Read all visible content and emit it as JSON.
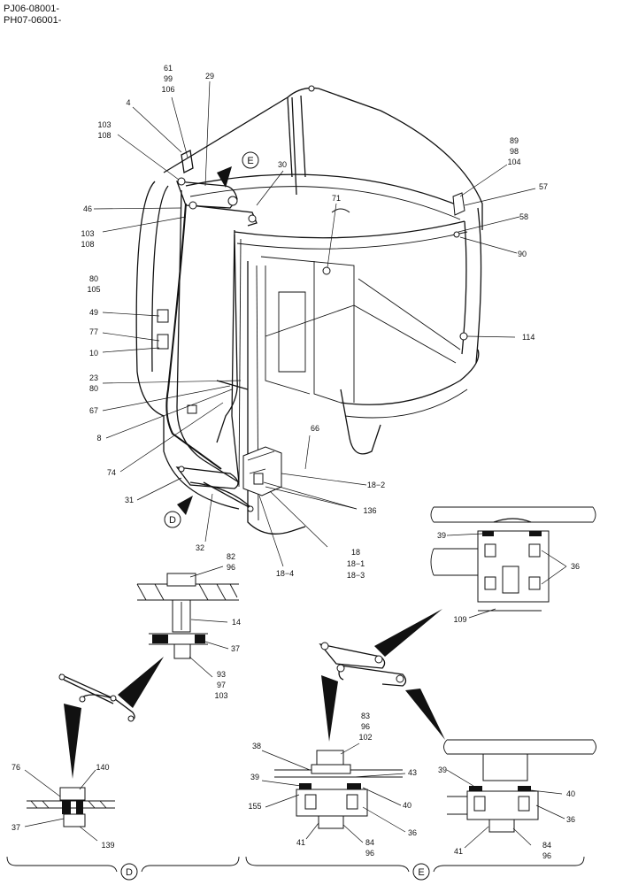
{
  "serial_numbers": [
    "PJ06-08001-",
    "PH07-06001-"
  ],
  "view_markers": {
    "d_letter": "D",
    "e_letter": "E"
  },
  "callouts": {
    "c61": "61",
    "c99": "99",
    "c106": "106",
    "c29": "29",
    "c4": "4",
    "c103a": "103",
    "c108a": "108",
    "c30": "30",
    "c46": "46",
    "c103b": "103",
    "c108b": "108",
    "c71": "71",
    "c89": "89",
    "c98": "98",
    "c104": "104",
    "c57": "57",
    "c58": "58",
    "c90": "90",
    "c80a": "80",
    "c105": "105",
    "c49": "49",
    "c77": "77",
    "c10": "10",
    "c114": "114",
    "c23": "23",
    "c80b": "80",
    "c67": "67",
    "c8": "8",
    "c66": "66",
    "c74": "74",
    "c18_2": "18−2",
    "c31": "31",
    "c136": "136",
    "c32": "32",
    "c18_4": "18−4",
    "c18": "18",
    "c18_1": "18−1",
    "c18_3": "18−3",
    "c82": "82",
    "c96a": "96",
    "c14": "14",
    "c37a": "37",
    "c93": "93",
    "c97": "97",
    "c103c": "103",
    "c39a": "39",
    "c36a": "36",
    "c109": "109",
    "c83": "83",
    "c96b": "96",
    "c102": "102",
    "c38": "38",
    "c43": "43",
    "c39b": "39",
    "c155": "155",
    "c40a": "40",
    "c36b": "36",
    "c41a": "41",
    "c84a": "84",
    "c96c": "96",
    "c39c": "39",
    "c40b": "40",
    "c36c": "36",
    "c41b": "41",
    "c84b": "84",
    "c96d": "96",
    "c76": "76",
    "c140": "140",
    "c37b": "37",
    "c139": "139"
  },
  "section_labels": {
    "section_d": "D",
    "section_e": "E"
  }
}
